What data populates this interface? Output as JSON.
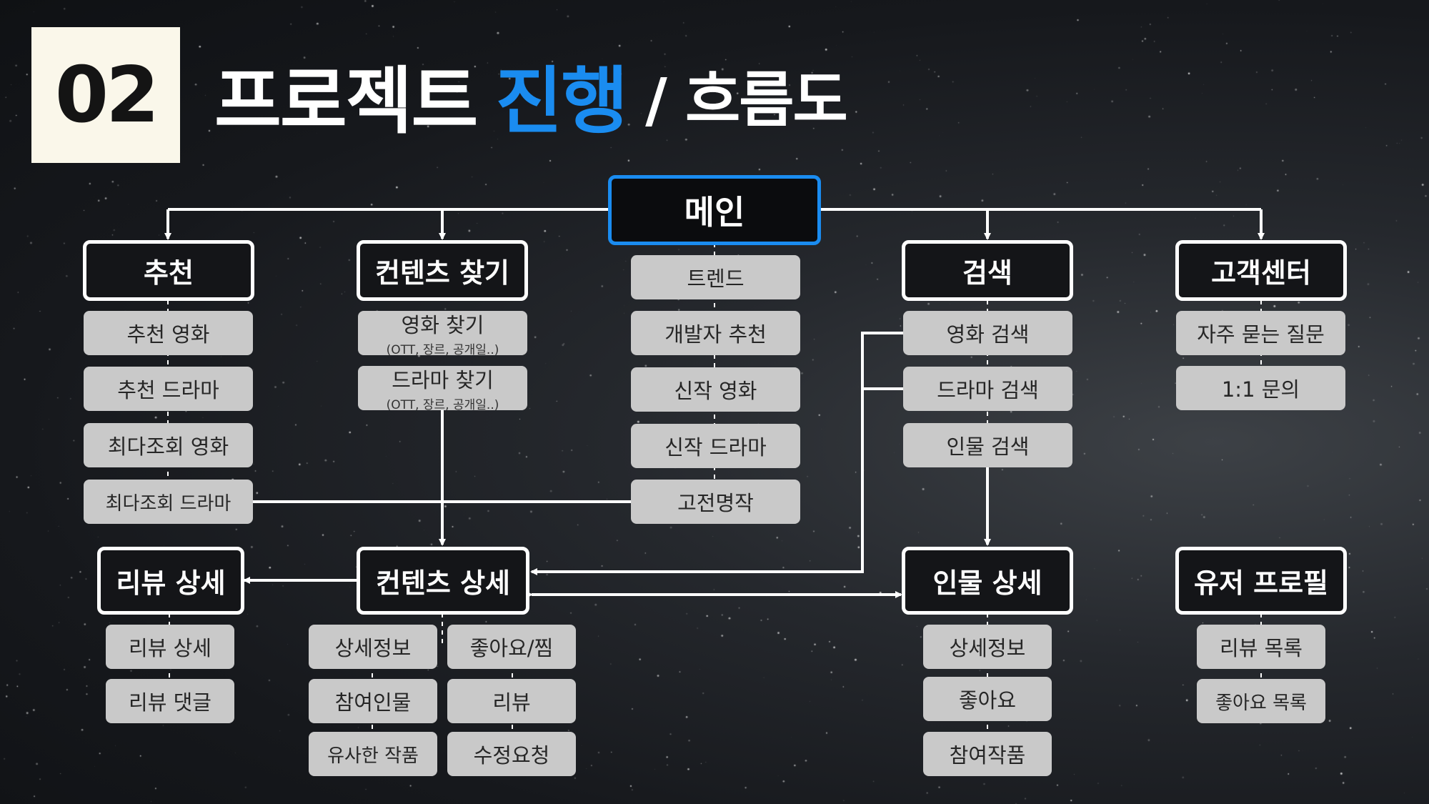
{
  "header": {
    "number": "02",
    "title_main": "프로젝트",
    "title_accent": "진행",
    "title_sub": "/ 흐름도"
  },
  "colors": {
    "accent": "#1a8cf0",
    "node_border": "#ffffff",
    "item_bg": "#c9c9c9",
    "number_box": "#faf7ea"
  },
  "nodes": {
    "main": "메인",
    "recommend": "추천",
    "content_find": "컨텐츠 찾기",
    "search": "검색",
    "customer_center": "고객센터",
    "review_detail": "리뷰 상세",
    "content_detail": "컨텐츠 상세",
    "person_detail": "인물 상세",
    "user_profile": "유저 프로필"
  },
  "items": {
    "recommend": [
      "추천 영화",
      "추천 드라마",
      "최다조회 영화",
      "최다조회 드라마"
    ],
    "content_find": [
      {
        "label": "영화 찾기",
        "sub": "(OTT, 장르, 공개일..)"
      },
      {
        "label": "드라마 찾기",
        "sub": "(OTT, 장르, 공개일..)"
      }
    ],
    "main": [
      "트렌드",
      "개발자 추천",
      "신작 영화",
      "신작 드라마",
      "고전명작"
    ],
    "search": [
      "영화 검색",
      "드라마 검색",
      "인물 검색"
    ],
    "customer_center": [
      "자주 묻는 질문",
      "1:1 문의"
    ],
    "review_detail": [
      "리뷰 상세",
      "리뷰 댓글"
    ],
    "content_detail_left": [
      "상세정보",
      "참여인물",
      "유사한 작품"
    ],
    "content_detail_right": [
      "좋아요/찜",
      "리뷰",
      "수정요청"
    ],
    "person_detail": [
      "상세정보",
      "좋아요",
      "참여작품"
    ],
    "user_profile": [
      "리뷰 목록",
      "좋아요 목록"
    ]
  }
}
